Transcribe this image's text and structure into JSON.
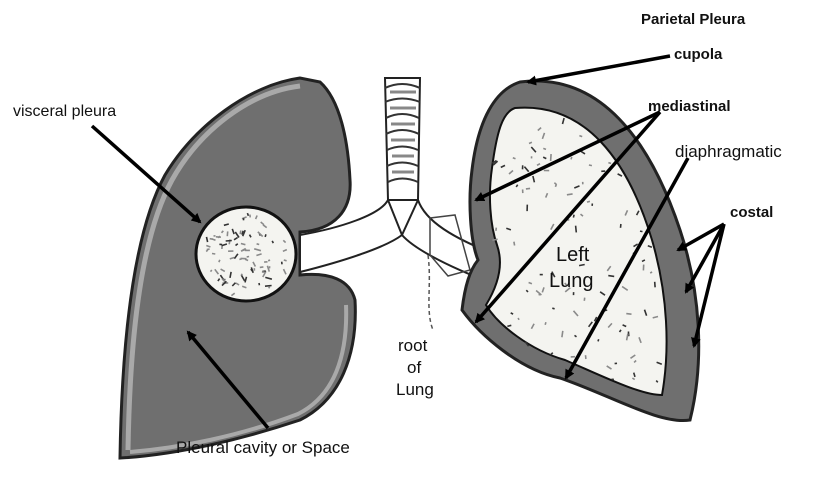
{
  "labels": {
    "parietal_pleura": "Parietal Pleura",
    "cupola": "cupola",
    "mediastinal": "mediastinal",
    "diaphragmatic": "diaphragmatic",
    "costal": "costal",
    "visceral_pleura": "visceral pleura",
    "left_lung_line1": "Left",
    "left_lung_line2": "Lung",
    "root_line1": "root",
    "root_line2": "of",
    "root_line3": "Lung",
    "pleural_cavity": "Pleural cavity or Space"
  },
  "colors": {
    "cavity_fill": "#6f6f6f",
    "pleura_edge": "#a9a9a9",
    "lung_fill": "#f4f4f0",
    "outline": "#1a1a1a",
    "speckle": "#8a8a8a"
  }
}
